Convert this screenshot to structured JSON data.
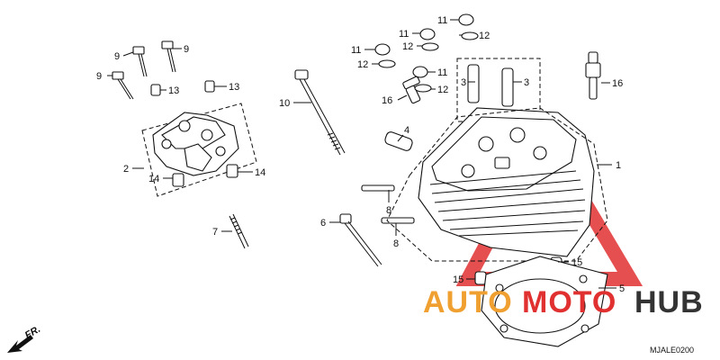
{
  "diagram": {
    "drawing_code": "MJALE0200",
    "front_marker": "FR.",
    "watermark": {
      "part1": "AUTO",
      "part2": "MOTO",
      "part3": "HUB",
      "color_orange": "#f0a030",
      "color_red": "#e03030",
      "color_dark": "#333333"
    },
    "callouts": {
      "c1": "1",
      "c2": "2",
      "c3a": "3",
      "c3b": "3",
      "c4": "4",
      "c5": "5",
      "c6": "6",
      "c7": "7",
      "c8a": "8",
      "c8b": "8",
      "c9a": "9",
      "c9b": "9",
      "c9c": "9",
      "c10": "10",
      "c11a": "11",
      "c11b": "11",
      "c11c": "11",
      "c11d": "11",
      "c12a": "12",
      "c12b": "12",
      "c12c": "12",
      "c12d": "12",
      "c13a": "13",
      "c13b": "13",
      "c14a": "14",
      "c14b": "14",
      "c15a": "15",
      "c15b": "15",
      "c16a": "16",
      "c16b": "16"
    }
  }
}
